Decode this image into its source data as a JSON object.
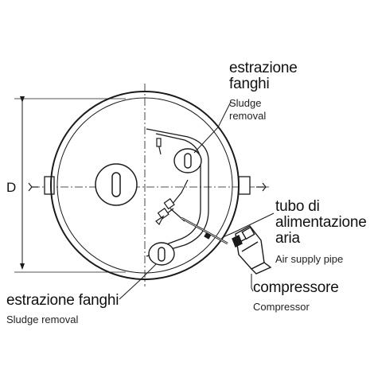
{
  "diagram": {
    "dimension_label": "D",
    "labels": {
      "sludge_top_it_1": "estrazione",
      "sludge_top_it_2": "fanghi",
      "sludge_top_en_1": "Sludge",
      "sludge_top_en_2": "removal",
      "air_pipe_it_1": "tubo di",
      "air_pipe_it_2": "alimentazione",
      "air_pipe_it_3": "aria",
      "air_pipe_en": "Air supply pipe",
      "compressor_it": "compressore",
      "compressor_en": "Compressor",
      "sludge_bottom_it": "estrazione fanghi",
      "sludge_bottom_en": "Sludge removal"
    },
    "colors": {
      "line": "#1a1a1a",
      "text": "#111111"
    }
  }
}
